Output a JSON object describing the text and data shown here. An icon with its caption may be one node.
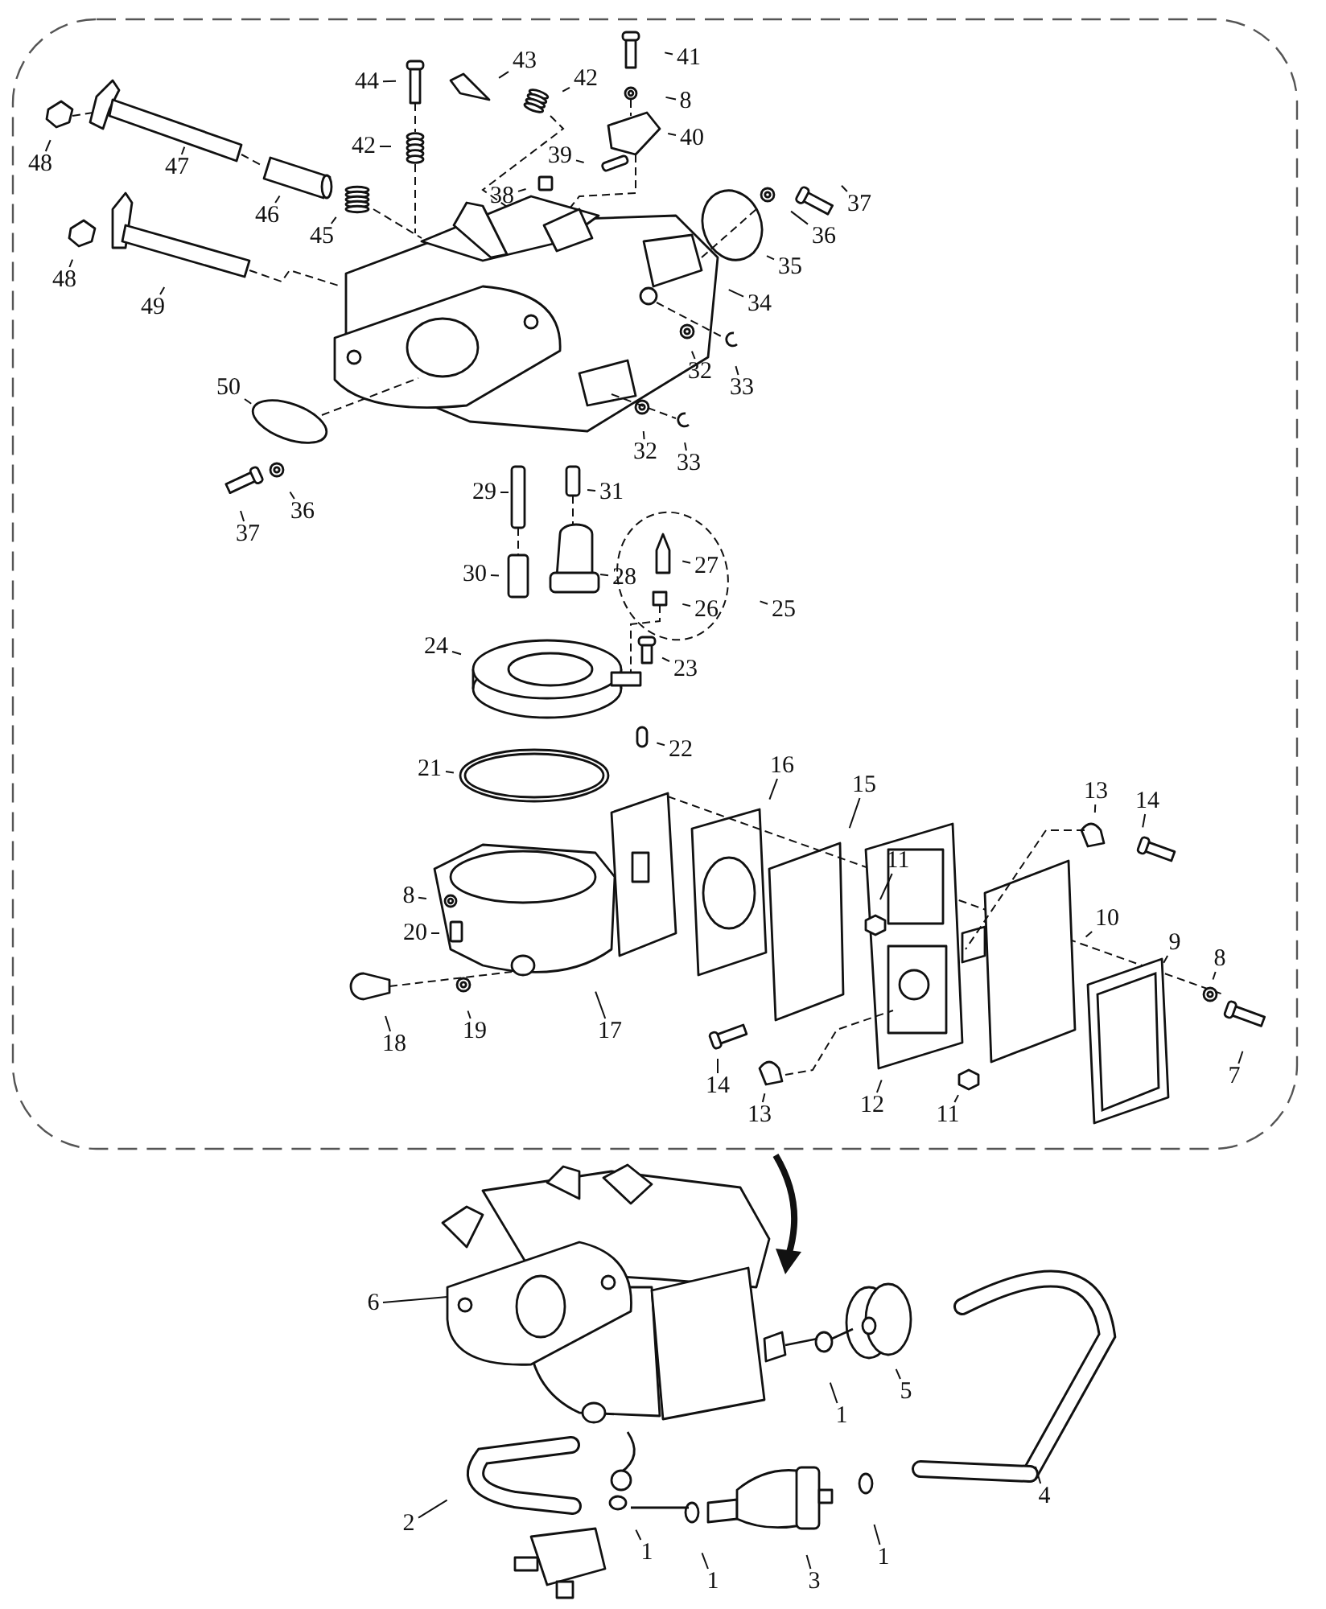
{
  "diagram": {
    "nodes": [
      {
        "text": [
          "41"
        ]
      },
      {
        "text": [
          "44"
        ]
      },
      {
        "text": [
          "43"
        ]
      },
      {
        "text": [
          "42"
        ]
      },
      {
        "text": [
          "8"
        ]
      },
      {
        "text": [
          "40"
        ]
      },
      {
        "text": [
          "42"
        ]
      },
      {
        "text": [
          "39"
        ]
      },
      {
        "text": [
          "48"
        ]
      },
      {
        "text": [
          "47"
        ]
      },
      {
        "text": [
          "38"
        ]
      },
      {
        "text": [
          "37"
        ]
      },
      {
        "text": [
          "46"
        ]
      },
      {
        "text": [
          "36"
        ]
      },
      {
        "text": [
          "45"
        ]
      },
      {
        "text": [
          "35"
        ]
      },
      {
        "text": [
          "48"
        ]
      },
      {
        "text": [
          "34"
        ]
      },
      {
        "text": [
          "49"
        ]
      },
      {
        "text": [
          "32"
        ]
      },
      {
        "text": [
          "50"
        ]
      },
      {
        "text": [
          "33"
        ]
      },
      {
        "text": [
          "32"
        ]
      },
      {
        "text": [
          "33"
        ]
      },
      {
        "text": [
          "29"
        ]
      },
      {
        "text": [
          "31"
        ]
      },
      {
        "text": [
          "36"
        ]
      },
      {
        "text": [
          "37"
        ]
      },
      {
        "text": [
          "27"
        ]
      },
      {
        "text": [
          "30"
        ]
      },
      {
        "text": [
          "28"
        ]
      },
      {
        "text": [
          "26"
        ]
      },
      {
        "text": [
          "25"
        ]
      },
      {
        "text": [
          "24"
        ]
      },
      {
        "text": [
          "23"
        ]
      },
      {
        "text": [
          "22"
        ]
      },
      {
        "text": [
          "16"
        ]
      },
      {
        "text": [
          "21"
        ]
      },
      {
        "text": [
          "15"
        ]
      },
      {
        "text": [
          "13"
        ]
      },
      {
        "text": [
          "14"
        ]
      },
      {
        "text": [
          "11"
        ]
      },
      {
        "text": [
          "8"
        ]
      },
      {
        "text": [
          "10"
        ]
      },
      {
        "text": [
          "20"
        ]
      },
      {
        "text": [
          "9"
        ]
      },
      {
        "text": [
          "8"
        ]
      },
      {
        "text": [
          "19"
        ]
      },
      {
        "text": [
          "17"
        ]
      },
      {
        "text": [
          "18"
        ]
      },
      {
        "text": [
          "7"
        ]
      },
      {
        "text": [
          "14"
        ]
      },
      {
        "text": [
          "12"
        ]
      },
      {
        "text": [
          "13"
        ]
      },
      {
        "text": [
          "11"
        ]
      },
      {
        "text": [
          "6"
        ]
      },
      {
        "text": [
          "5"
        ]
      },
      {
        "text": [
          "1"
        ]
      },
      {
        "text": [
          "4"
        ]
      },
      {
        "text": [
          "2"
        ]
      },
      {
        "text": [
          "1"
        ]
      },
      {
        "text": [
          "1"
        ]
      },
      {
        "text": [
          "3"
        ]
      },
      {
        "text": [
          "1"
        ]
      },
      {
        "text": [],
        "shape": "picture"
      }
    ],
    "edges": [
      {
        "from": 0,
        "to": null,
        "arrow": "none"
      },
      {
        "from": 1,
        "to": null,
        "arrow": "none"
      },
      {
        "from": 2,
        "to": null,
        "arrow": "none"
      },
      {
        "from": 3,
        "to": null,
        "arrow": "none"
      },
      {
        "from": 4,
        "to": null,
        "arrow": "none"
      },
      {
        "from": 5,
        "to": null,
        "arrow": "none"
      },
      {
        "from": 6,
        "to": null,
        "arrow": "none"
      },
      {
        "from": 7,
        "to": null,
        "arrow": "none"
      },
      {
        "from": 8,
        "to": null,
        "arrow": "none"
      },
      {
        "from": 9,
        "to": null,
        "arrow": "none"
      },
      {
        "from": 10,
        "to": null,
        "arrow": "none"
      },
      {
        "from": 11,
        "to": null,
        "arrow": "none"
      },
      {
        "from": 12,
        "to": null,
        "arrow": "none"
      },
      {
        "from": 13,
        "to": null,
        "arrow": "none"
      },
      {
        "from": 14,
        "to": null,
        "arrow": "none"
      },
      {
        "from": 15,
        "to": null,
        "arrow": "none"
      },
      {
        "from": 16,
        "to": null,
        "arrow": "none"
      },
      {
        "from": 17,
        "to": null,
        "arrow": "none"
      },
      {
        "from": 18,
        "to": null,
        "arrow": "none"
      },
      {
        "from": 19,
        "to": null,
        "arrow": "none"
      },
      {
        "from": 20,
        "to": null,
        "arrow": "none"
      },
      {
        "from": 21,
        "to": null,
        "arrow": "none"
      },
      {
        "from": 22,
        "to": null,
        "arrow": "none"
      },
      {
        "from": 23,
        "to": null,
        "arrow": "none"
      },
      {
        "from": 24,
        "to": null,
        "arrow": "none"
      },
      {
        "from": 25,
        "to": null,
        "arrow": "none"
      },
      {
        "from": 26,
        "to": null,
        "arrow": "none"
      },
      {
        "from": 27,
        "to": null,
        "arrow": "none"
      },
      {
        "from": 28,
        "to": null,
        "arrow": "none"
      },
      {
        "from": 29,
        "to": null,
        "arrow": "none"
      },
      {
        "from": 30,
        "to": null,
        "arrow": "none"
      },
      {
        "from": 31,
        "to": null,
        "arrow": "none"
      },
      {
        "from": 32,
        "to": null,
        "arrow": "none"
      },
      {
        "from": 33,
        "to": null,
        "arrow": "none"
      },
      {
        "from": 34,
        "to": null,
        "arrow": "none"
      },
      {
        "from": 35,
        "to": null,
        "arrow": "none"
      },
      {
        "from": 36,
        "to": null,
        "arrow": "none"
      },
      {
        "from": 37,
        "to": null,
        "arrow": "none"
      },
      {
        "from": 38,
        "to": null,
        "arrow": "none"
      },
      {
        "from": 39,
        "to": null,
        "arrow": "none"
      },
      {
        "from": 40,
        "to": null,
        "arrow": "none"
      },
      {
        "from": 41,
        "to": null,
        "arrow": "none"
      },
      {
        "from": 42,
        "to": null,
        "arrow": "none"
      },
      {
        "from": 43,
        "to": null,
        "arrow": "none"
      },
      {
        "from": 44,
        "to": null,
        "arrow": "none"
      },
      {
        "from": 45,
        "to": null,
        "arrow": "none"
      },
      {
        "from": 46,
        "to": null,
        "arrow": "none"
      },
      {
        "from": 47,
        "to": null,
        "arrow": "none"
      },
      {
        "from": 48,
        "to": null,
        "arrow": "none"
      },
      {
        "from": 49,
        "to": null,
        "arrow": "none"
      },
      {
        "from": 50,
        "to": null,
        "arrow": "none"
      },
      {
        "from": 51,
        "to": null,
        "arrow": "none"
      },
      {
        "from": 52,
        "to": null,
        "arrow": "none"
      },
      {
        "from": 53,
        "to": null,
        "arrow": "none"
      },
      {
        "from": 54,
        "to": null,
        "arrow": "none"
      },
      {
        "from": 55,
        "to": 64,
        "arrow": "none"
      },
      {
        "from": 56,
        "to": null,
        "arrow": "none"
      },
      {
        "from": 57,
        "to": null,
        "arrow": "none"
      },
      {
        "from": 58,
        "to": null,
        "arrow": "none"
      },
      {
        "from": 59,
        "to": null,
        "arrow": "none"
      },
      {
        "from": 60,
        "to": null,
        "arrow": "none"
      },
      {
        "from": 61,
        "to": null,
        "arrow": "none"
      },
      {
        "from": 62,
        "to": null,
        "arrow": "none"
      },
      {
        "from": 63,
        "to": null,
        "arrow": "none"
      }
    ]
  }
}
